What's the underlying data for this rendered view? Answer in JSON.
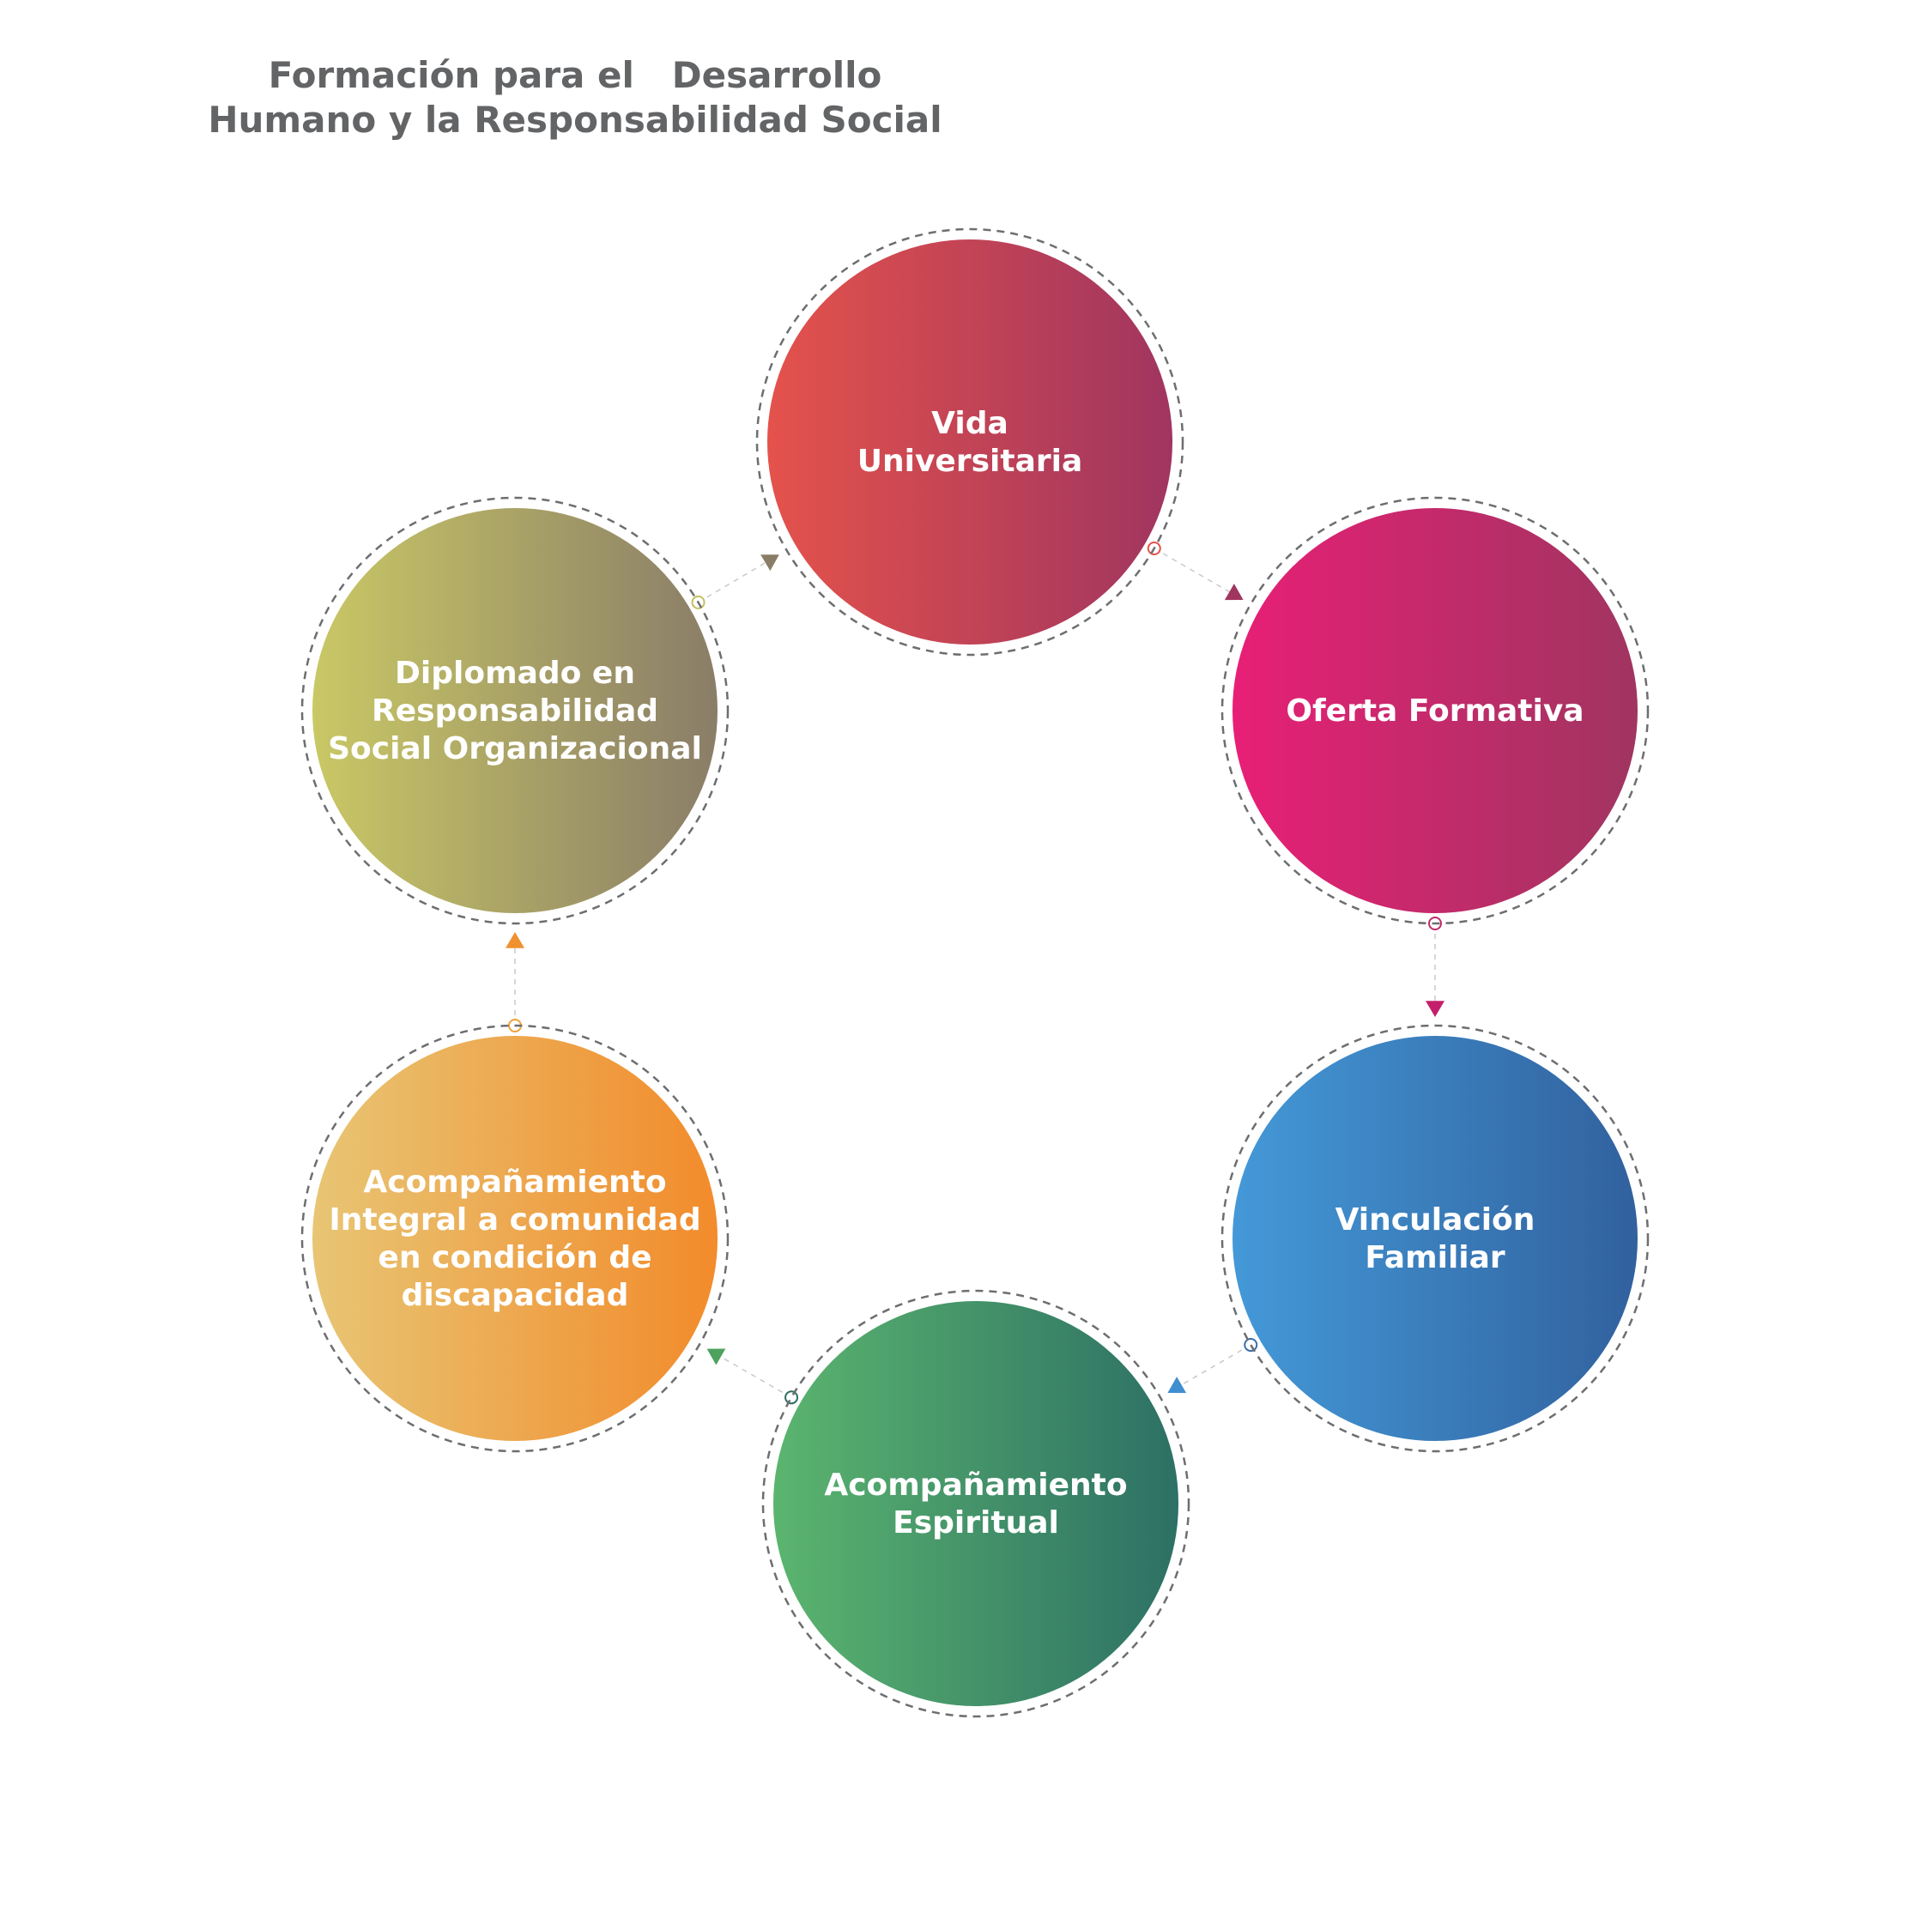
{
  "title": {
    "line1": "Formación para el   Desarrollo",
    "line2": "Humano y la Responsabilidad Social"
  },
  "nodes": [
    {
      "id": "vida-universitaria",
      "lines": [
        "Vida",
        "Universitaria"
      ],
      "gradient": [
        "#e4524b",
        "#a03560"
      ],
      "marker_color": "#e4524b"
    },
    {
      "id": "oferta-formativa",
      "lines": [
        "Oferta Formativa"
      ],
      "gradient": [
        "#e81f76",
        "#a03560"
      ],
      "marker_color": "#c02a6a"
    },
    {
      "id": "vinculacion-familiar",
      "lines": [
        "Vinculación",
        "Familiar"
      ],
      "gradient": [
        "#4499d8",
        "#31619e"
      ],
      "marker_color": "#3a6fa8"
    },
    {
      "id": "acompanamiento-espiritual",
      "lines": [
        "Acompañamiento",
        "Espiritual"
      ],
      "gradient": [
        "#5bb56e",
        "#2d7065"
      ],
      "marker_color": "#2f6e62"
    },
    {
      "id": "acompanamiento-integral",
      "lines": [
        "Acompañamiento",
        "Integral a comunidad",
        "en condición de",
        "discapacidad"
      ],
      "gradient": [
        "#e8c574",
        "#f28b2b"
      ],
      "marker_color": "#eea23a"
    },
    {
      "id": "diplomado-rso",
      "lines": [
        "Diplomado en",
        "Responsabilidad",
        "Social Organizacional"
      ],
      "gradient": [
        "#c9c865",
        "#8a7d68"
      ],
      "marker_color": "#c5bf60"
    }
  ],
  "connectors": [
    {
      "from": "vida-universitaria",
      "to": "oferta-formativa",
      "arrow_color": "#a03560"
    },
    {
      "from": "oferta-formativa",
      "to": "vinculacion-familiar",
      "arrow_color": "#c41f6a"
    },
    {
      "from": "vinculacion-familiar",
      "to": "acompanamiento-espiritual",
      "arrow_color": "#3f8fd0"
    },
    {
      "from": "acompanamiento-espiritual",
      "to": "acompanamiento-integral",
      "arrow_color": "#4da25e"
    },
    {
      "from": "acompanamiento-integral",
      "to": "diplomado-rso",
      "arrow_color": "#f0902f"
    },
    {
      "from": "diplomado-rso",
      "to": "vida-universitaria",
      "arrow_color": "#8a7d68"
    }
  ]
}
